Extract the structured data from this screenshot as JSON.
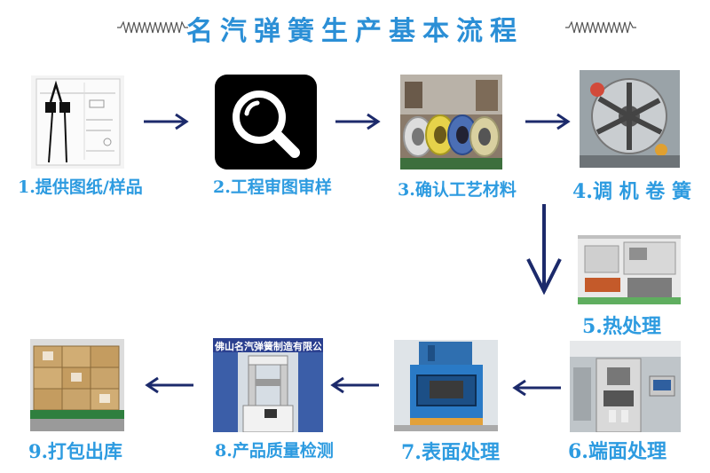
{
  "title": "名汽弹簧生产基本流程",
  "colors": {
    "title": "#2b8fd6",
    "label": "#2d9be0",
    "arrow": "#1c2a6b"
  },
  "steps": [
    {
      "label": "1.提供图纸/样品",
      "icon": "drawing-sample-photo"
    },
    {
      "label": "2.工程审图审样",
      "icon": "magnifier-icon"
    },
    {
      "label": "3.确认工艺材料",
      "icon": "wire-coils-photo"
    },
    {
      "label": "4.调 机 卷 簧",
      "icon": "coiling-machine-photo"
    },
    {
      "label": "5.热处理",
      "icon": "heat-treatment-photo"
    },
    {
      "label": "6.端面处理",
      "icon": "grinding-machine-photo"
    },
    {
      "label": "7.表面处理",
      "icon": "shot-blasting-machine-photo"
    },
    {
      "label": "8.产品质量检测",
      "icon": "testing-machine-photo",
      "banner": "佛山名汽弹簧制造有限公"
    },
    {
      "label": "9.打包出库",
      "icon": "packed-boxes-photo"
    }
  ]
}
